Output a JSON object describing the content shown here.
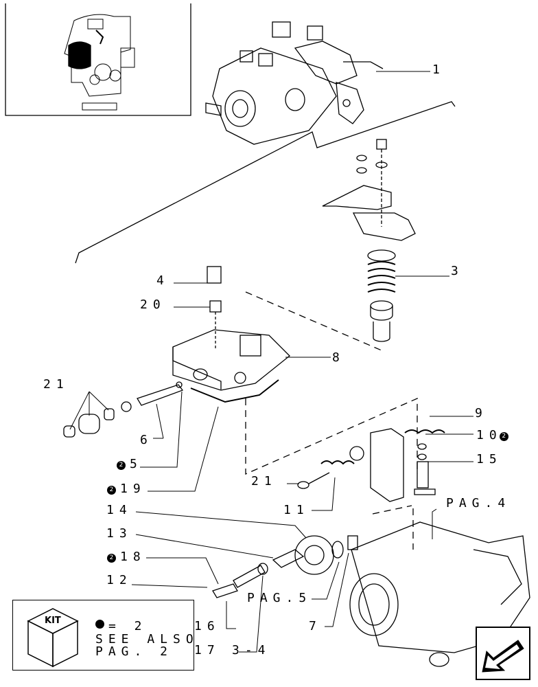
{
  "callouts": {
    "c1": "1",
    "c3": "3",
    "c4": "4",
    "c20": "20",
    "c8": "8",
    "c21a": "21",
    "c6": "6",
    "c5": "5",
    "c19": "19",
    "c9": "9",
    "c10": "10",
    "c15": "15",
    "c21b": "21",
    "c11": "11",
    "c14": "14",
    "c13": "13",
    "c18": "18",
    "c12": "12",
    "c16": "16",
    "c7": "7",
    "c17": "17",
    "c34": "3-4"
  },
  "refs": {
    "pag4": "PAG.4",
    "pag5": "PAG.5"
  },
  "kit": {
    "logo": "KIT",
    "legend_eq": "= 2",
    "see_also": "SEE ALSO",
    "see_also_page": "PAG. 2",
    "dot_glyph": "2"
  },
  "colors": {
    "line": "#000000",
    "background": "#ffffff"
  },
  "icons": {
    "nav": "arrow-down-left-icon",
    "kit": "kit-cube-icon",
    "bullet": "filled-dot-icon"
  }
}
